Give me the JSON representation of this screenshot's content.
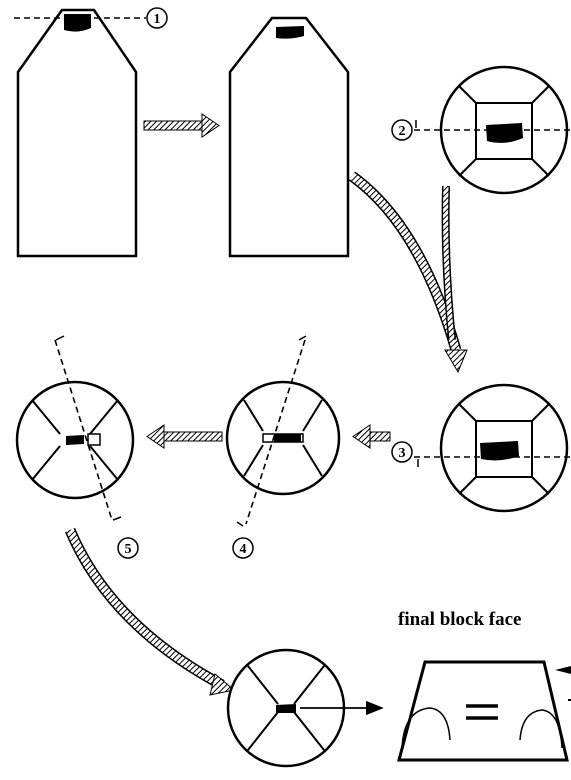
{
  "steps": [
    {
      "number": "1"
    },
    {
      "number": "2"
    },
    {
      "number": "3"
    },
    {
      "number": "4"
    },
    {
      "number": "5"
    }
  ],
  "final_caption": "final block face",
  "colors": {
    "ink": "#000000",
    "paper": "#ffffff"
  }
}
